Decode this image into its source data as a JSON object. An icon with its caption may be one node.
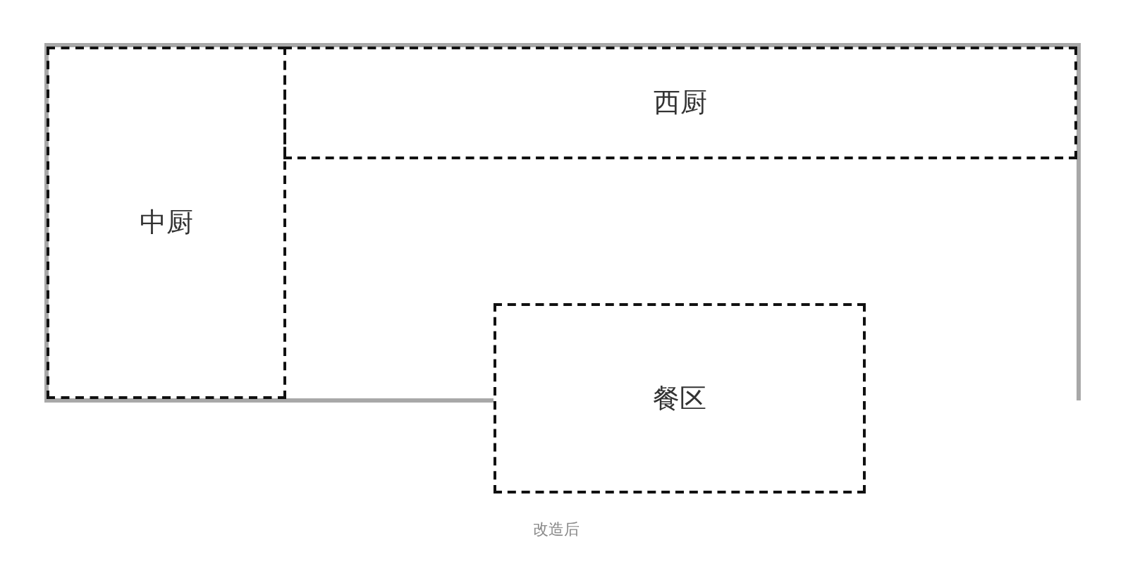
{
  "diagram": {
    "caption": "改造后",
    "nodes": [
      {
        "text": [
          "中厨"
        ]
      },
      {
        "text": [
          "西厨"
        ]
      },
      {
        "text": [
          "餐区"
        ]
      }
    ]
  }
}
